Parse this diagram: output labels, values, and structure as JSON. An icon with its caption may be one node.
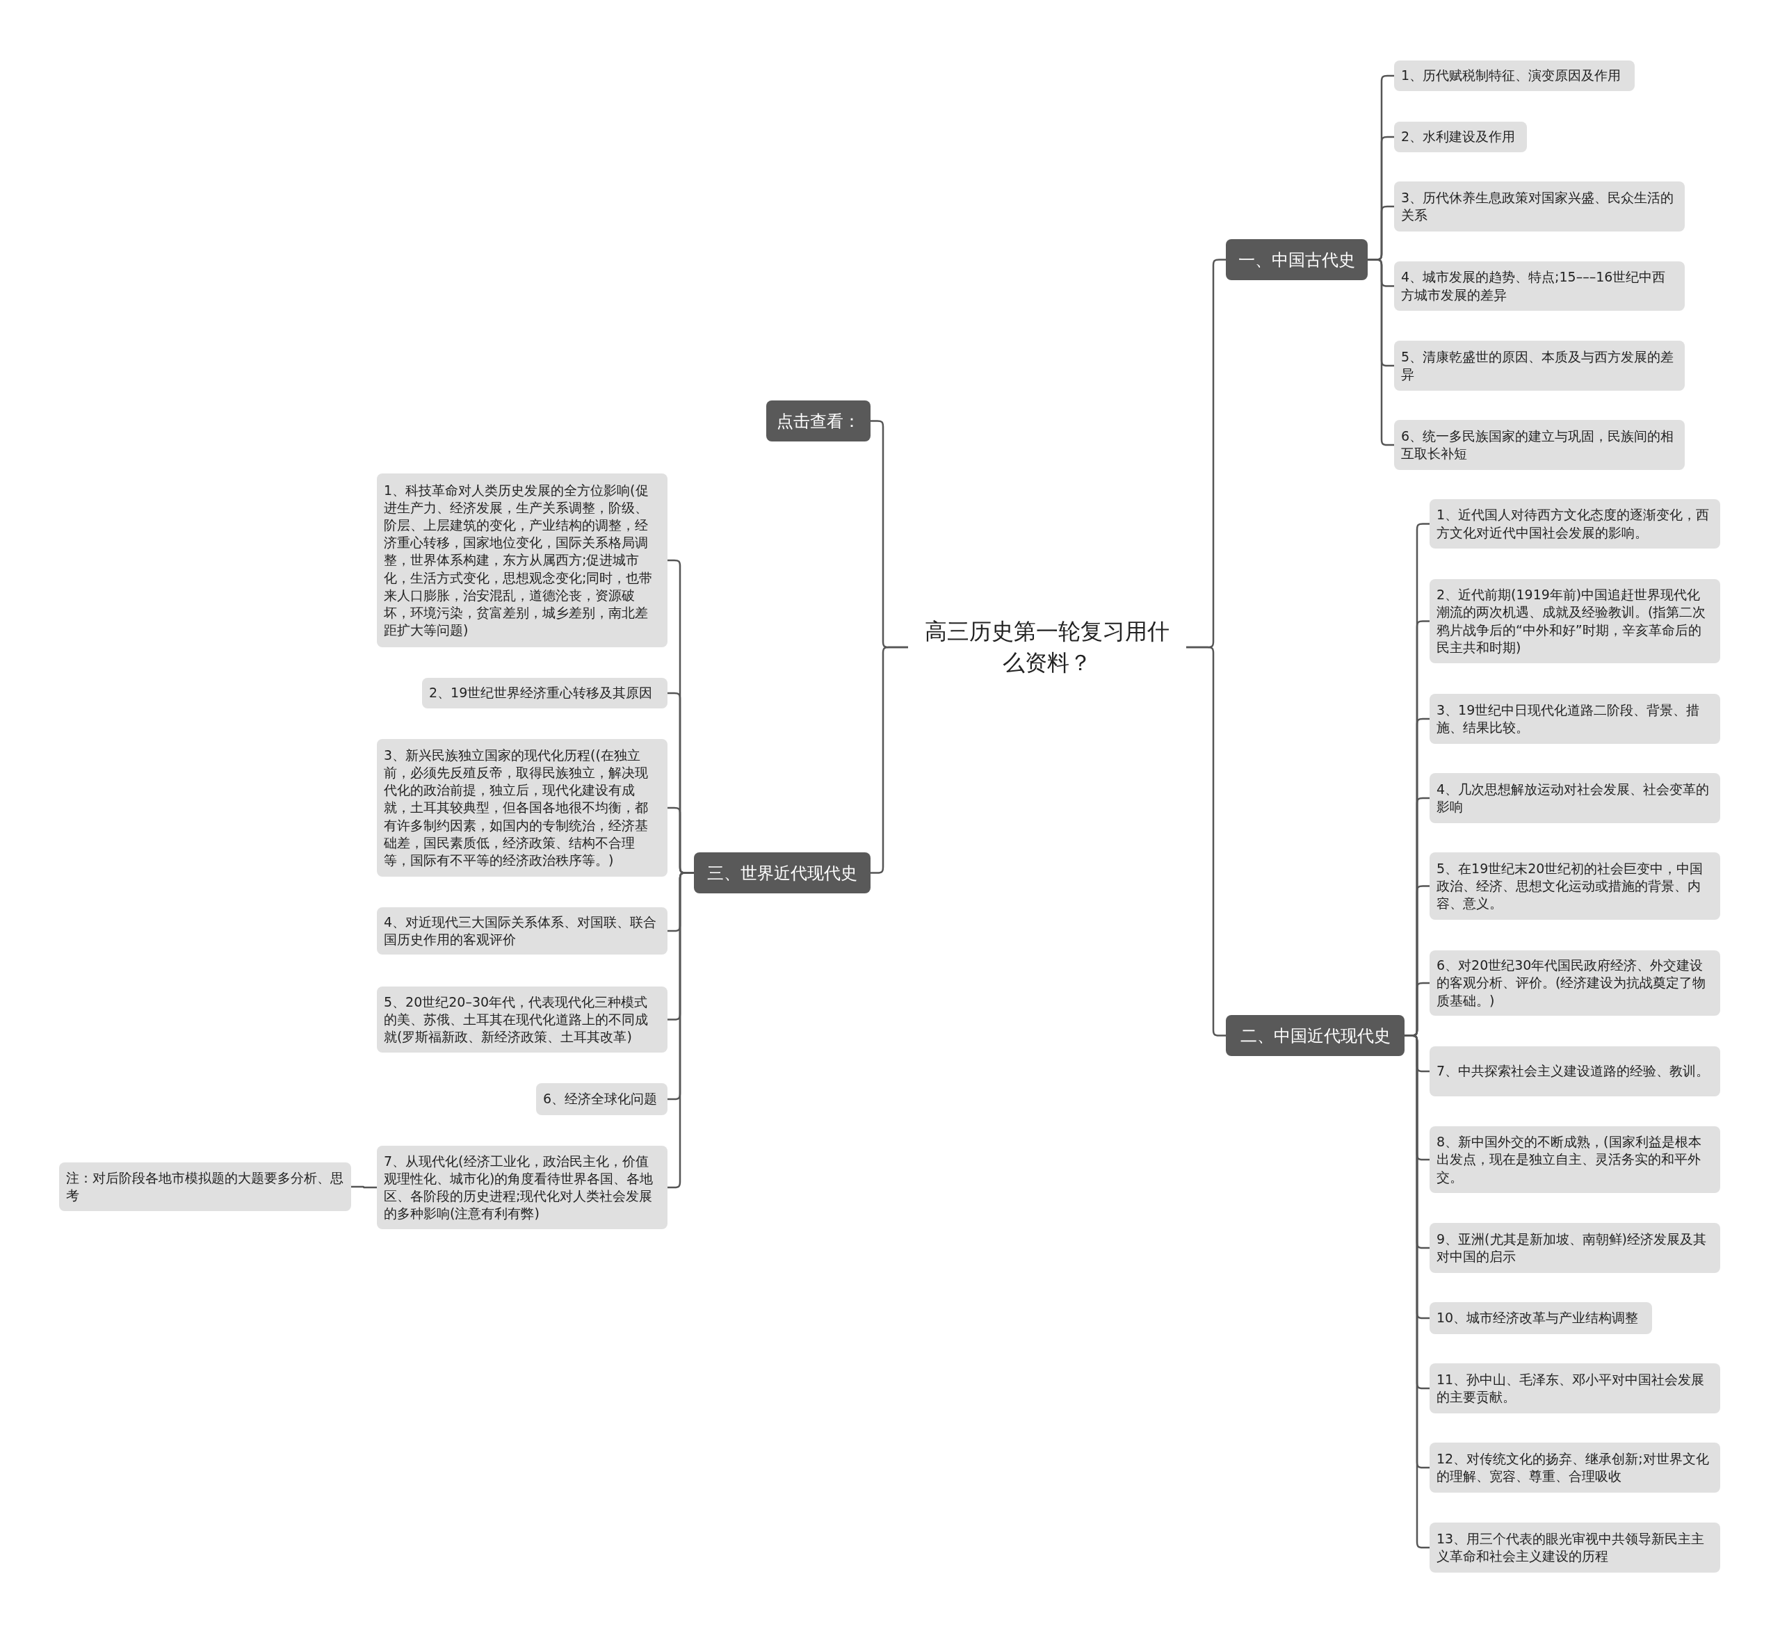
{
  "diagram": {
    "nodes": [
      {
        "text": [
          "高三历史第一轮复习用什么资料？"
        ]
      },
      {
        "text": [
          "点击查看："
        ]
      },
      {
        "text": [
          "三、世界近代现代史"
        ]
      },
      {
        "text": [
          "1、科技革命对人类历史发展的全方位影响(促进生产力、经济发展，生产关系调整，阶级、阶层、上层建筑的变化，产业结构的调整，经济重心转移，国家地位变化，国际关系格局调整，世界体系构建，东方从属西方;促进城市化，生活方式变化，思想观念变化;同时，也带来人口膨胀，治安混乱，道德沦丧，资源破坏，环境污染，贫富差别，城乡差别，南北差距扩大等问题)"
        ]
      },
      {
        "text": [
          "2、19世纪世界经济重心转移及其原因"
        ]
      },
      {
        "text": [
          "3、新兴民族独立国家的现代化历程((在独立前，必须先反殖反帝，取得民族独立，解决现代化的政治前提，独立后，现代化建设有成就，土耳其较典型，但各国各地很不均衡，都有许多制约因素，如国内的专制统治，经济基础差，国民素质低，经济政策、结构不合理等，国际有不平等的经济政治秩序等。)"
        ]
      },
      {
        "text": [
          "4、对近现代三大国际关系体系、对国联、联合国历史作用的客观评价"
        ]
      },
      {
        "text": [
          "5、20世纪20–30年代，代表现代化三种模式的美、苏俄、土耳其在现代化道路上的不同成就(罗斯福新政、新经济政策、土耳其改革)"
        ]
      },
      {
        "text": [
          "6、经济全球化问题"
        ]
      },
      {
        "text": [
          "7、从现代化(经济工业化，政治民主化，价值观理性化、城市化)的角度看待世界各国、各地区、各阶段的历史进程;现代化对人类社会发展的多种影响(注意有利有弊)"
        ]
      },
      {
        "text": [
          "注：对后阶段各地市模拟题的大题要多分析、思考"
        ]
      },
      {
        "text": [
          "一、中国古代史"
        ]
      },
      {
        "text": [
          "1、历代赋税制特征、演变原因及作用"
        ]
      },
      {
        "text": [
          "2、水利建设及作用"
        ]
      },
      {
        "text": [
          "3、历代休养生息政策对国家兴盛、民众生活的关系"
        ]
      },
      {
        "text": [
          "4、城市发展的趋势、特点;15–––16世纪中西方城市发展的差异"
        ]
      },
      {
        "text": [
          "5、清康乾盛世的原因、本质及与西方发展的差异"
        ]
      },
      {
        "text": [
          "6、统一多民族国家的建立与巩固，民族间的相互取长补短"
        ]
      },
      {
        "text": [
          "二、中国近代现代史"
        ]
      },
      {
        "text": [
          "1、近代国人对待西方文化态度的逐渐变化，西方文化对近代中国社会发展的影响。"
        ]
      },
      {
        "text": [
          "2、近代前期(1919年前)中国追赶世界现代化潮流的两次机遇、成就及经验教训。(指第二次鸦片战争后的“中外和好”时期，辛亥革命后的民主共和时期)"
        ]
      },
      {
        "text": [
          "3、19世纪中日现代化道路二阶段、背景、措施、结果比较。"
        ]
      },
      {
        "text": [
          "4、几次思想解放运动对社会发展、社会变革的影响"
        ]
      },
      {
        "text": [
          "5、在19世纪末20世纪初的社会巨变中，中国政治、经济、思想文化运动或措施的背景、内容、意义。"
        ]
      },
      {
        "text": [
          "6、对20世纪30年代国民政府经济、外交建设的客观分析、评价。(经济建设为抗战奠定了物质基础。)"
        ]
      },
      {
        "text": [
          "7、中共探索社会主义建设道路的经验、教训。"
        ]
      },
      {
        "text": [
          "8、新中国外交的不断成熟，(国家利益是根本出发点，现在是独立自主、灵活务实的和平外交。"
        ]
      },
      {
        "text": [
          "9、亚洲(尤其是新加坡、南朝鲜)经济发展及其对中国的启示"
        ]
      },
      {
        "text": [
          "10、城市经济改革与产业结构调整"
        ]
      },
      {
        "text": [
          "11、孙中山、毛泽东、邓小平对中国社会发展的主要贡献。"
        ]
      },
      {
        "text": [
          "12、对传统文化的扬弃、继承创新;对世界文化的理解、宽容、尊重、合理吸收"
        ]
      },
      {
        "text": [
          "13、用三个代表的眼光审视中共领导新民主主义革命和社会主义建设的历程"
        ]
      }
    ],
    "edges": [
      {
        "from": 0,
        "to": 1,
        "arrow": "none"
      },
      {
        "from": 0,
        "to": 2,
        "arrow": "none"
      },
      {
        "from": 2,
        "to": 3,
        "arrow": "none"
      },
      {
        "from": 2,
        "to": 4,
        "arrow": "none"
      },
      {
        "from": 2,
        "to": 5,
        "arrow": "none"
      },
      {
        "from": 2,
        "to": 6,
        "arrow": "none"
      },
      {
        "from": 2,
        "to": 7,
        "arrow": "none"
      },
      {
        "from": 2,
        "to": 8,
        "arrow": "none"
      },
      {
        "from": 2,
        "to": 9,
        "arrow": "none"
      },
      {
        "from": 9,
        "to": 10,
        "arrow": "none"
      },
      {
        "from": 0,
        "to": 11,
        "arrow": "none"
      },
      {
        "from": 11,
        "to": 12,
        "arrow": "none"
      },
      {
        "from": 11,
        "to": 13,
        "arrow": "none"
      },
      {
        "from": 11,
        "to": 14,
        "arrow": "none"
      },
      {
        "from": 11,
        "to": 15,
        "arrow": "none"
      },
      {
        "from": 11,
        "to": 16,
        "arrow": "none"
      },
      {
        "from": 11,
        "to": 17,
        "arrow": "none"
      },
      {
        "from": 0,
        "to": 18,
        "arrow": "none"
      },
      {
        "from": 18,
        "to": 19,
        "arrow": "none"
      },
      {
        "from": 18,
        "to": 20,
        "arrow": "none"
      },
      {
        "from": 18,
        "to": 21,
        "arrow": "none"
      },
      {
        "from": 18,
        "to": 22,
        "arrow": "none"
      },
      {
        "from": 18,
        "to": 23,
        "arrow": "none"
      },
      {
        "from": 18,
        "to": 24,
        "arrow": "none"
      },
      {
        "from": 18,
        "to": 25,
        "arrow": "none"
      },
      {
        "from": 18,
        "to": 26,
        "arrow": "none"
      },
      {
        "from": 18,
        "to": 27,
        "arrow": "none"
      },
      {
        "from": 18,
        "to": 28,
        "arrow": "none"
      },
      {
        "from": 18,
        "to": 29,
        "arrow": "none"
      },
      {
        "from": 18,
        "to": 30,
        "arrow": "none"
      },
      {
        "from": 18,
        "to": 31,
        "arrow": "none"
      }
    ]
  }
}
